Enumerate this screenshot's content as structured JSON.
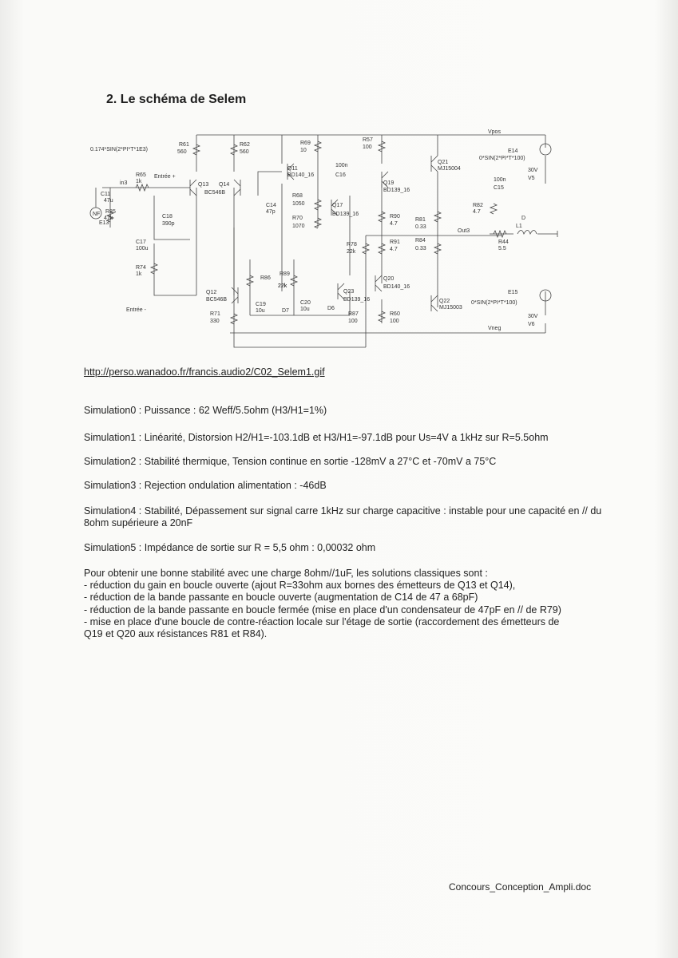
{
  "heading": "2.   Le schéma de Selem",
  "schematic": {
    "vpos": "Vpos",
    "vneg": "Vneg",
    "out": "Out3",
    "src_main": "0.174*SIN(2*PI*T*1E3)",
    "src_e14": "0*SIN(2*PI*T*100)",
    "src_e15": "0*SIN(2*PI*T*100)",
    "entree_plus": "Entrée +",
    "entree_minus": "Entrée -",
    "nf": "NF",
    "labels": [
      "R61",
      "560",
      "R62",
      "560",
      "R69",
      "10",
      "R57",
      "100",
      "E14",
      "30V",
      "V5",
      "R65",
      "1k",
      "C11",
      "47u",
      "E13",
      "R85",
      "47k",
      "C18",
      "390p",
      "C17",
      "100u",
      "R74",
      "1k",
      "Q13",
      "Q14",
      "BC546B",
      "Q11",
      "BD140_16",
      "100n",
      "C16",
      "Q19",
      "BD139_16",
      "Q21",
      "MJ15004",
      "100n",
      "C15",
      "R82",
      "4.7",
      "D",
      "L1",
      "R44",
      "5.5",
      "C14",
      "47p",
      "R68",
      "1050",
      "R70",
      "1070",
      "Q17",
      "BD139_16",
      "R90",
      "4.7",
      "R81",
      "0.33",
      "R91",
      "4.7",
      "R84",
      "0.33",
      "R78",
      "22k",
      "R86",
      "22k",
      "R89",
      "22k",
      "Q12",
      "BC546B",
      "R71",
      "330",
      "C19",
      "10u",
      "D7",
      "C20",
      "10u",
      "D6",
      "Q23",
      "BD139_16",
      "R87",
      "100",
      "Q20",
      "BD140_16",
      "R60",
      "100",
      "Q22",
      "MJ15003",
      "E15",
      "30V",
      "V6",
      "in3"
    ]
  },
  "url": "http://perso.wanadoo.fr/francis.audio2/C02_Selem1.gif",
  "simulations": [
    "Simulation0 : Puissance : 62 Weff/5.5ohm (H3/H1=1%)",
    "Simulation1 : Linéarité, Distorsion H2/H1=-103.1dB et H3/H1=-97.1dB pour Us=4V a 1kHz sur R=5.5ohm",
    "Simulation2 : Stabilité thermique, Tension continue en sortie -128mV a 27°C et -70mV a 75°C",
    "Simulation3 : Rejection ondulation alimentation : -46dB",
    "Simulation4 : Stabilité, Dépassement sur signal carre 1kHz sur charge capacitive : instable pour une capacité en // du 8ohm supérieure a 20nF",
    "Simulation5 : Impédance de sortie sur R = 5,5 ohm : 0,00032 ohm"
  ],
  "paragraph": [
    "Pour obtenir une bonne stabilité avec une charge 8ohm//1uF, les solutions classiques sont :",
    "- réduction du gain en boucle ouverte (ajout R=33ohm aux bornes des émetteurs de Q13 et Q14),",
    "- réduction de la bande passante en boucle ouverte (augmentation de C14 de 47 a 68pF)",
    "- réduction de la bande passante en boucle fermée (mise en place d'un condensateur de 47pF en // de R79)",
    "- mise en place d'une boucle de contre-réaction locale sur l'étage de sortie (raccordement des émetteurs de",
    "Q19 et Q20 aux résistances R81 et R84)."
  ],
  "footer": "Concours_Conception_Ampli.doc"
}
